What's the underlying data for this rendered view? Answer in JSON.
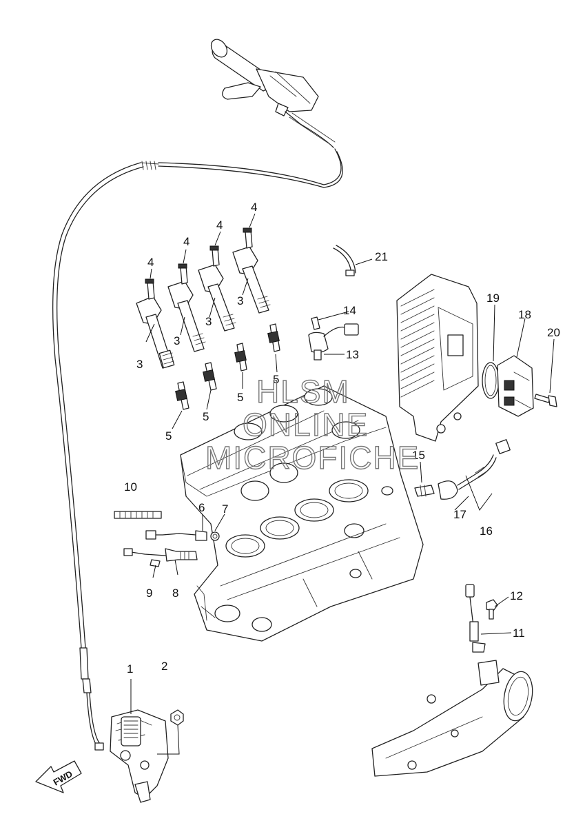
{
  "watermark": {
    "line1": "HLSM",
    "line2": "ONLINE",
    "line3": "MICROFICHE"
  },
  "fwd_label": "FWD",
  "callouts": {
    "c1": "1",
    "c2": "2",
    "c3a": "3",
    "c3b": "3",
    "c3c": "3",
    "c3d": "3",
    "c4a": "4",
    "c4b": "4",
    "c4c": "4",
    "c4d": "4",
    "c5a": "5",
    "c5b": "5",
    "c5c": "5",
    "c5d": "5",
    "c6": "6",
    "c7": "7",
    "c8": "8",
    "c9": "9",
    "c10": "10",
    "c11": "11",
    "c12": "12",
    "c13": "13",
    "c14": "14",
    "c15": "15",
    "c16": "16",
    "c17": "17",
    "c18": "18",
    "c19": "19",
    "c20": "20",
    "c21": "21"
  },
  "colors": {
    "line": "#222222",
    "watermark": "#777777",
    "background": "#ffffff"
  }
}
